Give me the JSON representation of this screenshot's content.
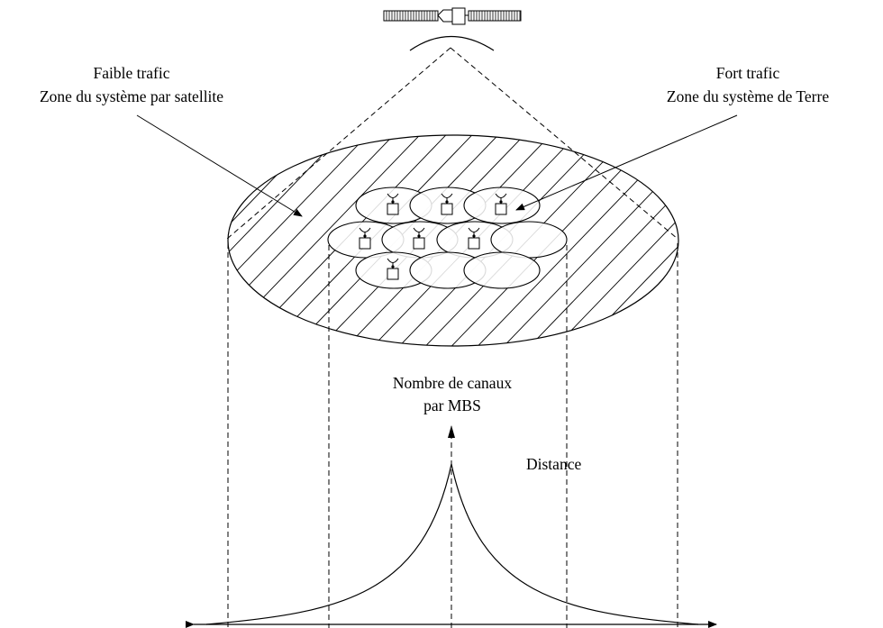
{
  "labels": {
    "left_line1": "Faible trafic",
    "left_line2": "Zone du système par satellite",
    "right_line1": "Fort trafic",
    "right_line2": "Zone du système de Terre",
    "center_line1": "Nombre de canaux",
    "center_line2": "par MBS",
    "distance": "Distance"
  }
}
